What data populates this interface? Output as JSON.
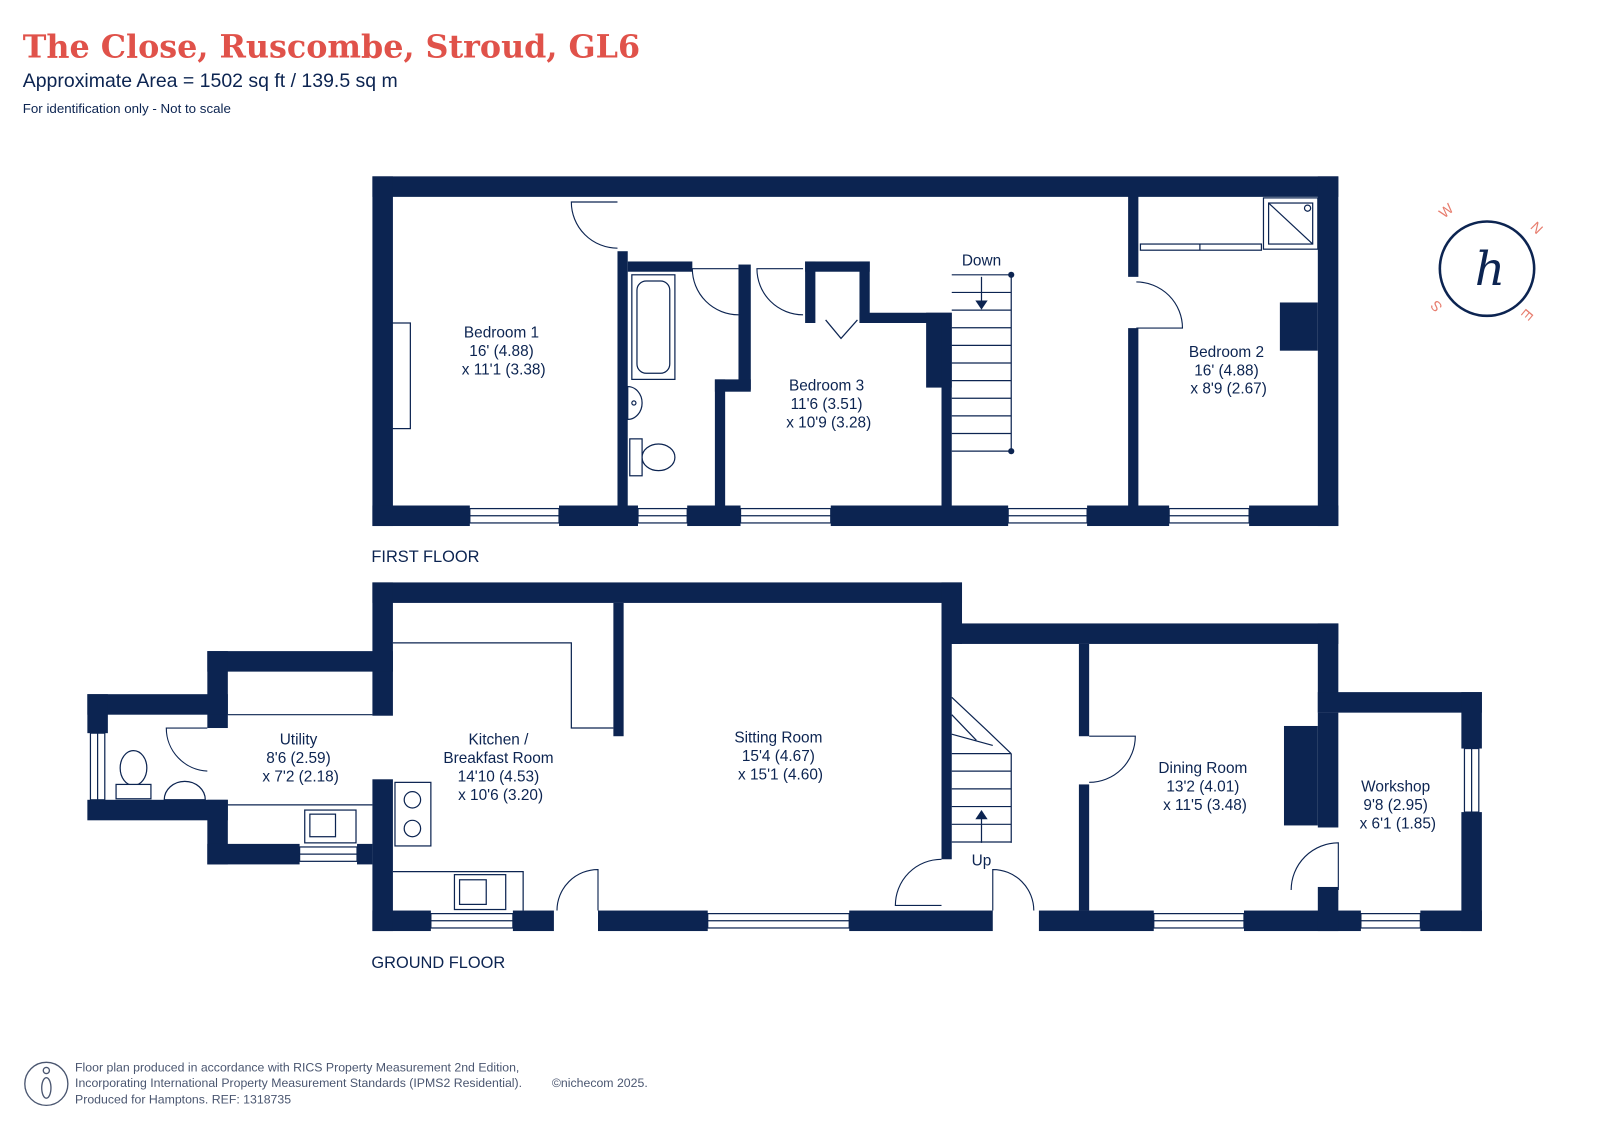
{
  "title": "The Close, Ruscombe, Stroud, GL6",
  "area": "Approximate Area = 1502 sq ft / 139.5 sq m",
  "disclaimer": "For identification only - Not to scale",
  "first_floor": {
    "label": "FIRST FLOOR",
    "stairs_label": "Down",
    "rooms": [
      {
        "name": "Bedroom 1",
        "size1": "16' (4.88)",
        "size2": "x 11'1 (3.38)"
      },
      {
        "name": "Bedroom 3",
        "size1": "11'6 (3.51)",
        "size2": "x 10'9 (3.28)"
      },
      {
        "name": "Bedroom 2",
        "size1": "16' (4.88)",
        "size2": "x 8'9 (2.67)"
      }
    ]
  },
  "ground_floor": {
    "label": "GROUND FLOOR",
    "stairs_label": "Up",
    "rooms": [
      {
        "name": "Utility",
        "size1": "8'6 (2.59)",
        "size2": "x 7'2 (2.18)"
      },
      {
        "name": "Kitchen /",
        "name_line2": "Breakfast Room",
        "size1": "14'10 (4.53)",
        "size2": "x 10'6 (3.20)"
      },
      {
        "name": "Sitting Room",
        "size1": "15'4 (4.67)",
        "size2": "x 15'1 (4.60)"
      },
      {
        "name": "Dining Room",
        "size1": "13'2 (4.01)",
        "size2": "x 11'5 (3.48)"
      },
      {
        "name": "Workshop",
        "size1": "9'8 (2.95)",
        "size2": "x 6'1 (1.85)"
      }
    ]
  },
  "compass": {
    "north": "N",
    "east": "E",
    "south": "S",
    "west": "W",
    "logo": "h",
    "icon": "compass-logo-icon"
  },
  "footer": {
    "line1": "Floor plan produced in accordance with RICS Property Measurement 2nd Edition,",
    "line2": "Incorporating International Property Measurement Standards (IPMS2 Residential).",
    "line3": "Produced for Hamptons. REF: 1318735",
    "copyright": "©nichecom 2025.",
    "icon": "ipms-person-icon"
  },
  "colors": {
    "wall": "#0c2451",
    "title": "#e0524a",
    "accent": "#e77d6e",
    "text": "#0c2451"
  }
}
